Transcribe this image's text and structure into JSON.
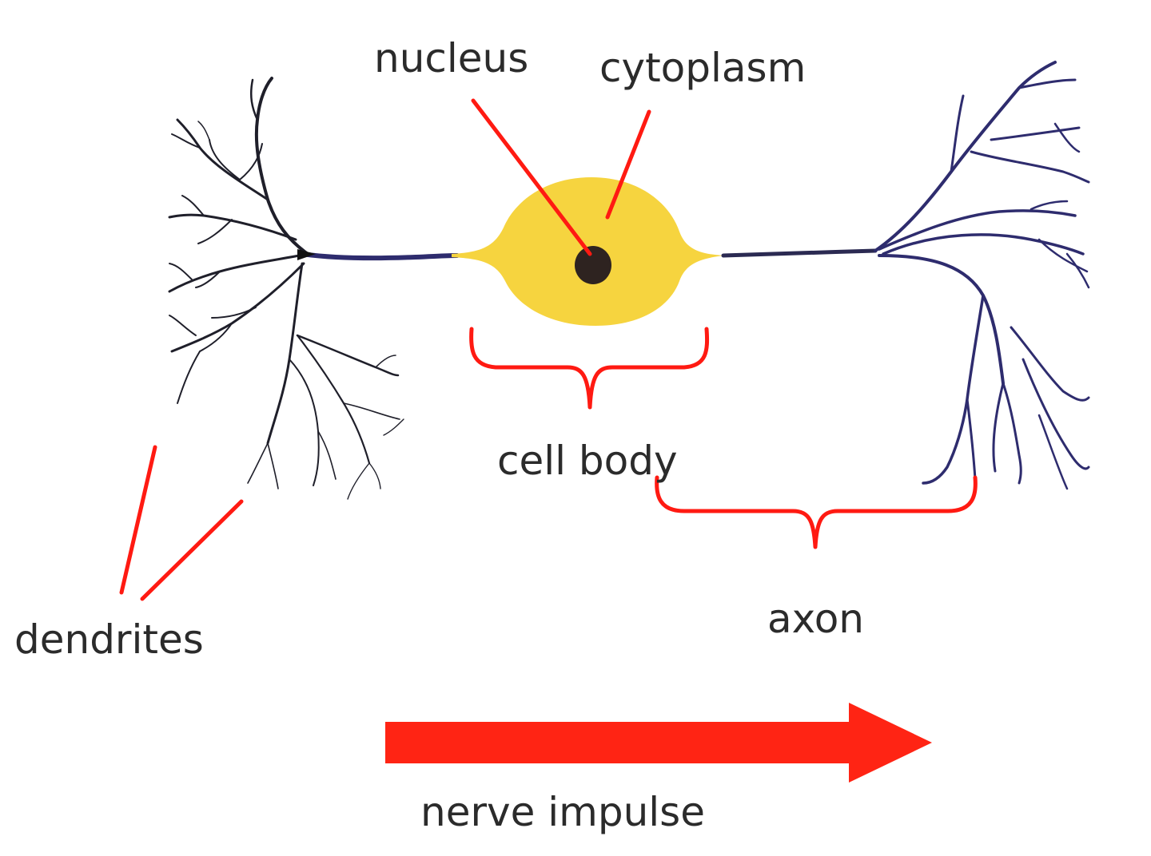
{
  "labels": {
    "nucleus": "nucleus",
    "cytoplasm": "cytoplasm",
    "cell_body": "cell body",
    "dendrites": "dendrites",
    "axon": "axon",
    "nerve_impulse": "nerve impulse"
  },
  "colors": {
    "cell_body_fill": "#f6d43f",
    "nucleus_fill": "#2e2320",
    "dendrite_stroke": "#1f1f2a",
    "axon_stroke": "#2e2c6e",
    "pointer_red": "#ff1a12",
    "arrow_red": "#ff2414",
    "label_text": "#2b2b2b"
  }
}
